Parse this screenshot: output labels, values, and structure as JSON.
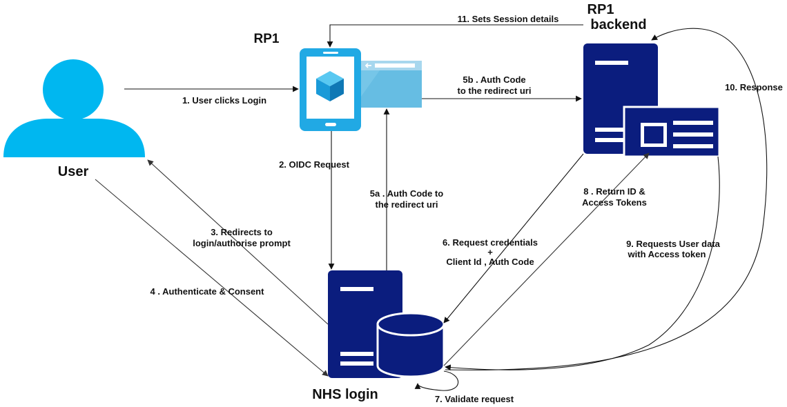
{
  "nodes": {
    "user": "User",
    "rp1": "RP1",
    "rp1_backend_line1": "RP1",
    "rp1_backend_line2": "backend",
    "nhs_login": "NHS login"
  },
  "edges": {
    "e1": "1. User clicks Login",
    "e2": "2. OIDC Request",
    "e3_line1": "3. Redirects to",
    "e3_line2": "login/authorise prompt",
    "e4": "4 . Authenticate & Consent",
    "e5a_line1": "5a . Auth Code to",
    "e5a_line2": "the redirect uri",
    "e5b_line1": "5b . Auth Code",
    "e5b_line2": "to the redirect uri",
    "e6_line1": "6. Request credentials",
    "e6_line2": "+",
    "e6_line3": "Client Id , Auth Code",
    "e7": "7. Validate request",
    "e8_line1": "8 . Return ID &",
    "e8_line2": "Access Tokens",
    "e9_line1": "9. Requests User data",
    "e9_line2": "with Access token",
    "e10": "10. Response",
    "e11": "11. Sets Session details"
  },
  "colors": {
    "user": "#00b7f0",
    "phone": "#21a9e4",
    "server": "#0b1d7e",
    "browser": "#5eb6dd",
    "arrow": "#111111"
  }
}
